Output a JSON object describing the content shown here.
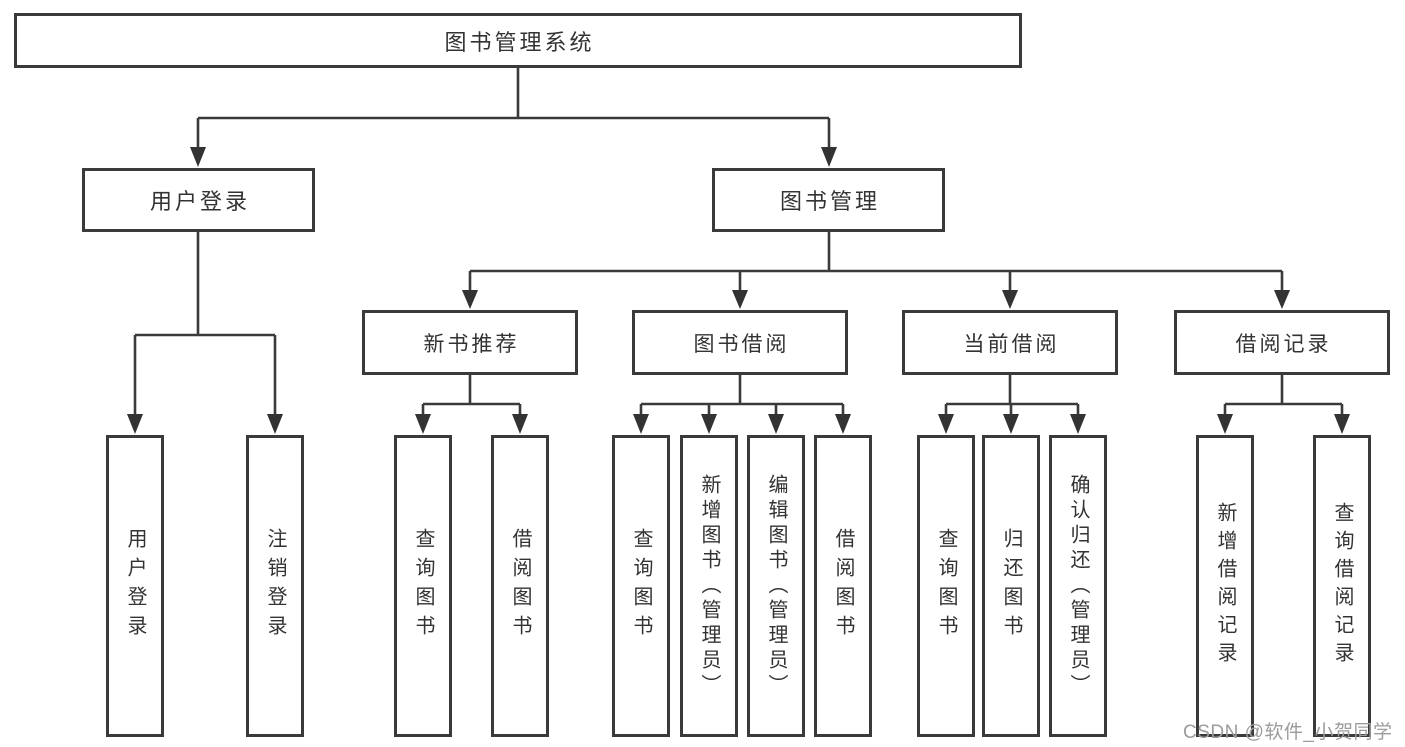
{
  "diagram": {
    "type": "tree",
    "root": {
      "id": "root",
      "label": "图书管理系统",
      "children": [
        {
          "id": "user-login",
          "label": "用户登录",
          "children": [
            {
              "id": "leaf-user-login",
              "label": "用户登录"
            },
            {
              "id": "leaf-logout",
              "label": "注销登录"
            }
          ]
        },
        {
          "id": "book-management",
          "label": "图书管理",
          "children": [
            {
              "id": "new-book-recommend",
              "label": "新书推荐",
              "children": [
                {
                  "id": "leaf-nbr-query-books",
                  "label": "查询图书"
                },
                {
                  "id": "leaf-nbr-borrow-books",
                  "label": "借阅图书"
                }
              ]
            },
            {
              "id": "book-borrow",
              "label": "图书借阅",
              "children": [
                {
                  "id": "leaf-bb-query-books",
                  "label": "查询图书"
                },
                {
                  "id": "leaf-bb-add-books-admin",
                  "label": "新增图书（管理员）"
                },
                {
                  "id": "leaf-bb-edit-books-admin",
                  "label": "编辑图书（管理员）"
                },
                {
                  "id": "leaf-bb-borrow-books",
                  "label": "借阅图书"
                }
              ]
            },
            {
              "id": "current-borrow",
              "label": "当前借阅",
              "children": [
                {
                  "id": "leaf-cb-query-books",
                  "label": "查询图书"
                },
                {
                  "id": "leaf-cb-return-books",
                  "label": "归还图书"
                },
                {
                  "id": "leaf-cb-confirm-return-admin",
                  "label": "确认归还（管理员）"
                }
              ]
            },
            {
              "id": "borrow-records",
              "label": "借阅记录",
              "children": [
                {
                  "id": "leaf-br-add-record",
                  "label": "新增借阅记录"
                },
                {
                  "id": "leaf-br-query-record",
                  "label": "查询借阅记录"
                }
              ]
            }
          ]
        }
      ]
    },
    "colors": {
      "line": "#3a3a3a",
      "box_border": "#3a3a3a",
      "box_fill": "#ffffff",
      "text": "#333333",
      "background": "#ffffff",
      "watermark_text": "#9c9c9c"
    }
  },
  "watermark": {
    "text": "CSDN @软件_小贺同学"
  }
}
